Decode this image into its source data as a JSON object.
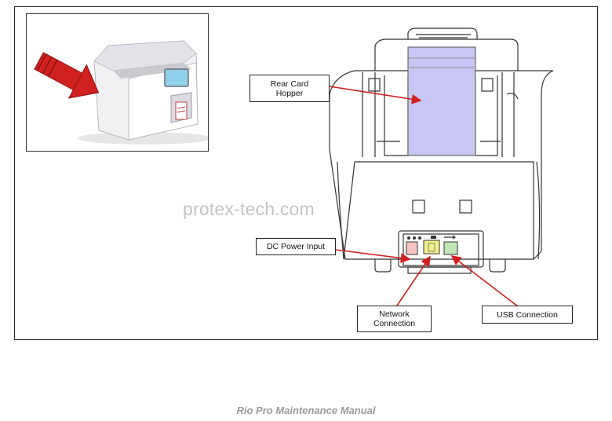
{
  "callouts": {
    "rear_card_hopper": "Rear Card\nHopper",
    "dc_power_input": "DC Power Input",
    "network_connection": "Network\nConnection",
    "usb_connection": "USB Connection"
  },
  "watermark": "protex-tech.com",
  "footer": "Rio Pro Maintenance Manual",
  "colors": {
    "hopper": "#c8c6f2",
    "dc_port": "#f6c3c0",
    "network_port": "#f4f08a",
    "usb_port": "#bfe7b6",
    "arrow": "#d0201f"
  }
}
